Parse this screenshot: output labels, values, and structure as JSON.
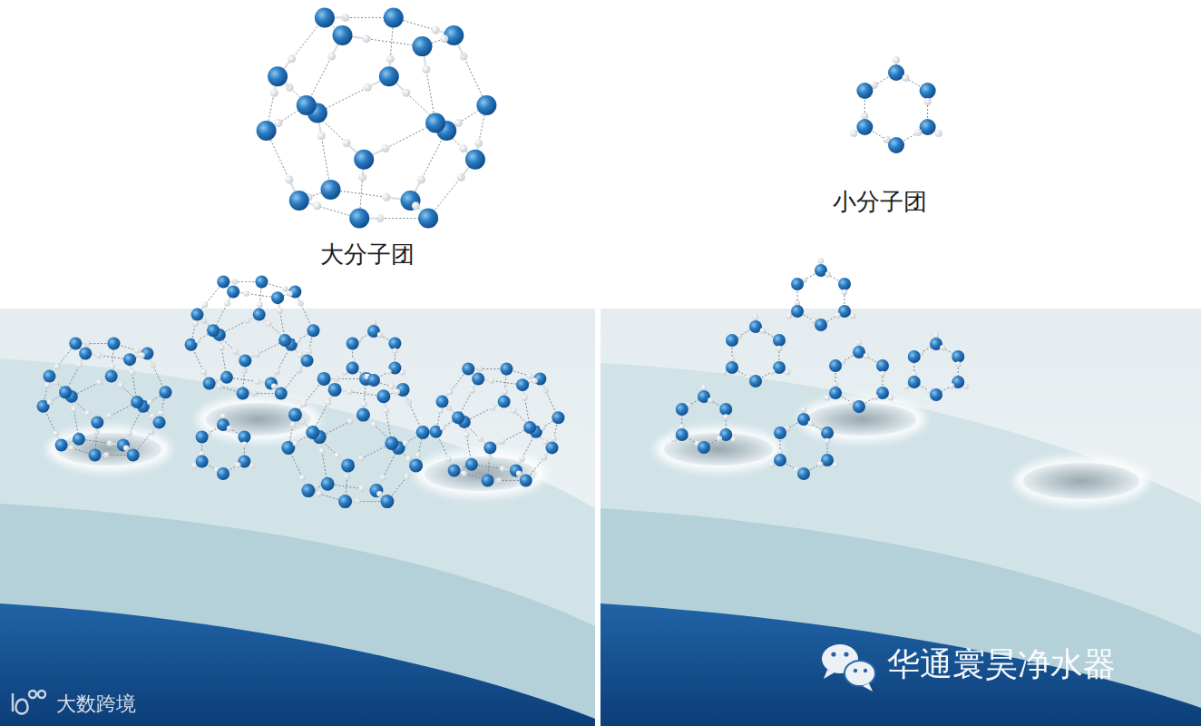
{
  "diagram": {
    "labels": [
      "大分子团",
      "小分子团",
      "华通寰昊净水器",
      "大数跨境"
    ]
  }
}
